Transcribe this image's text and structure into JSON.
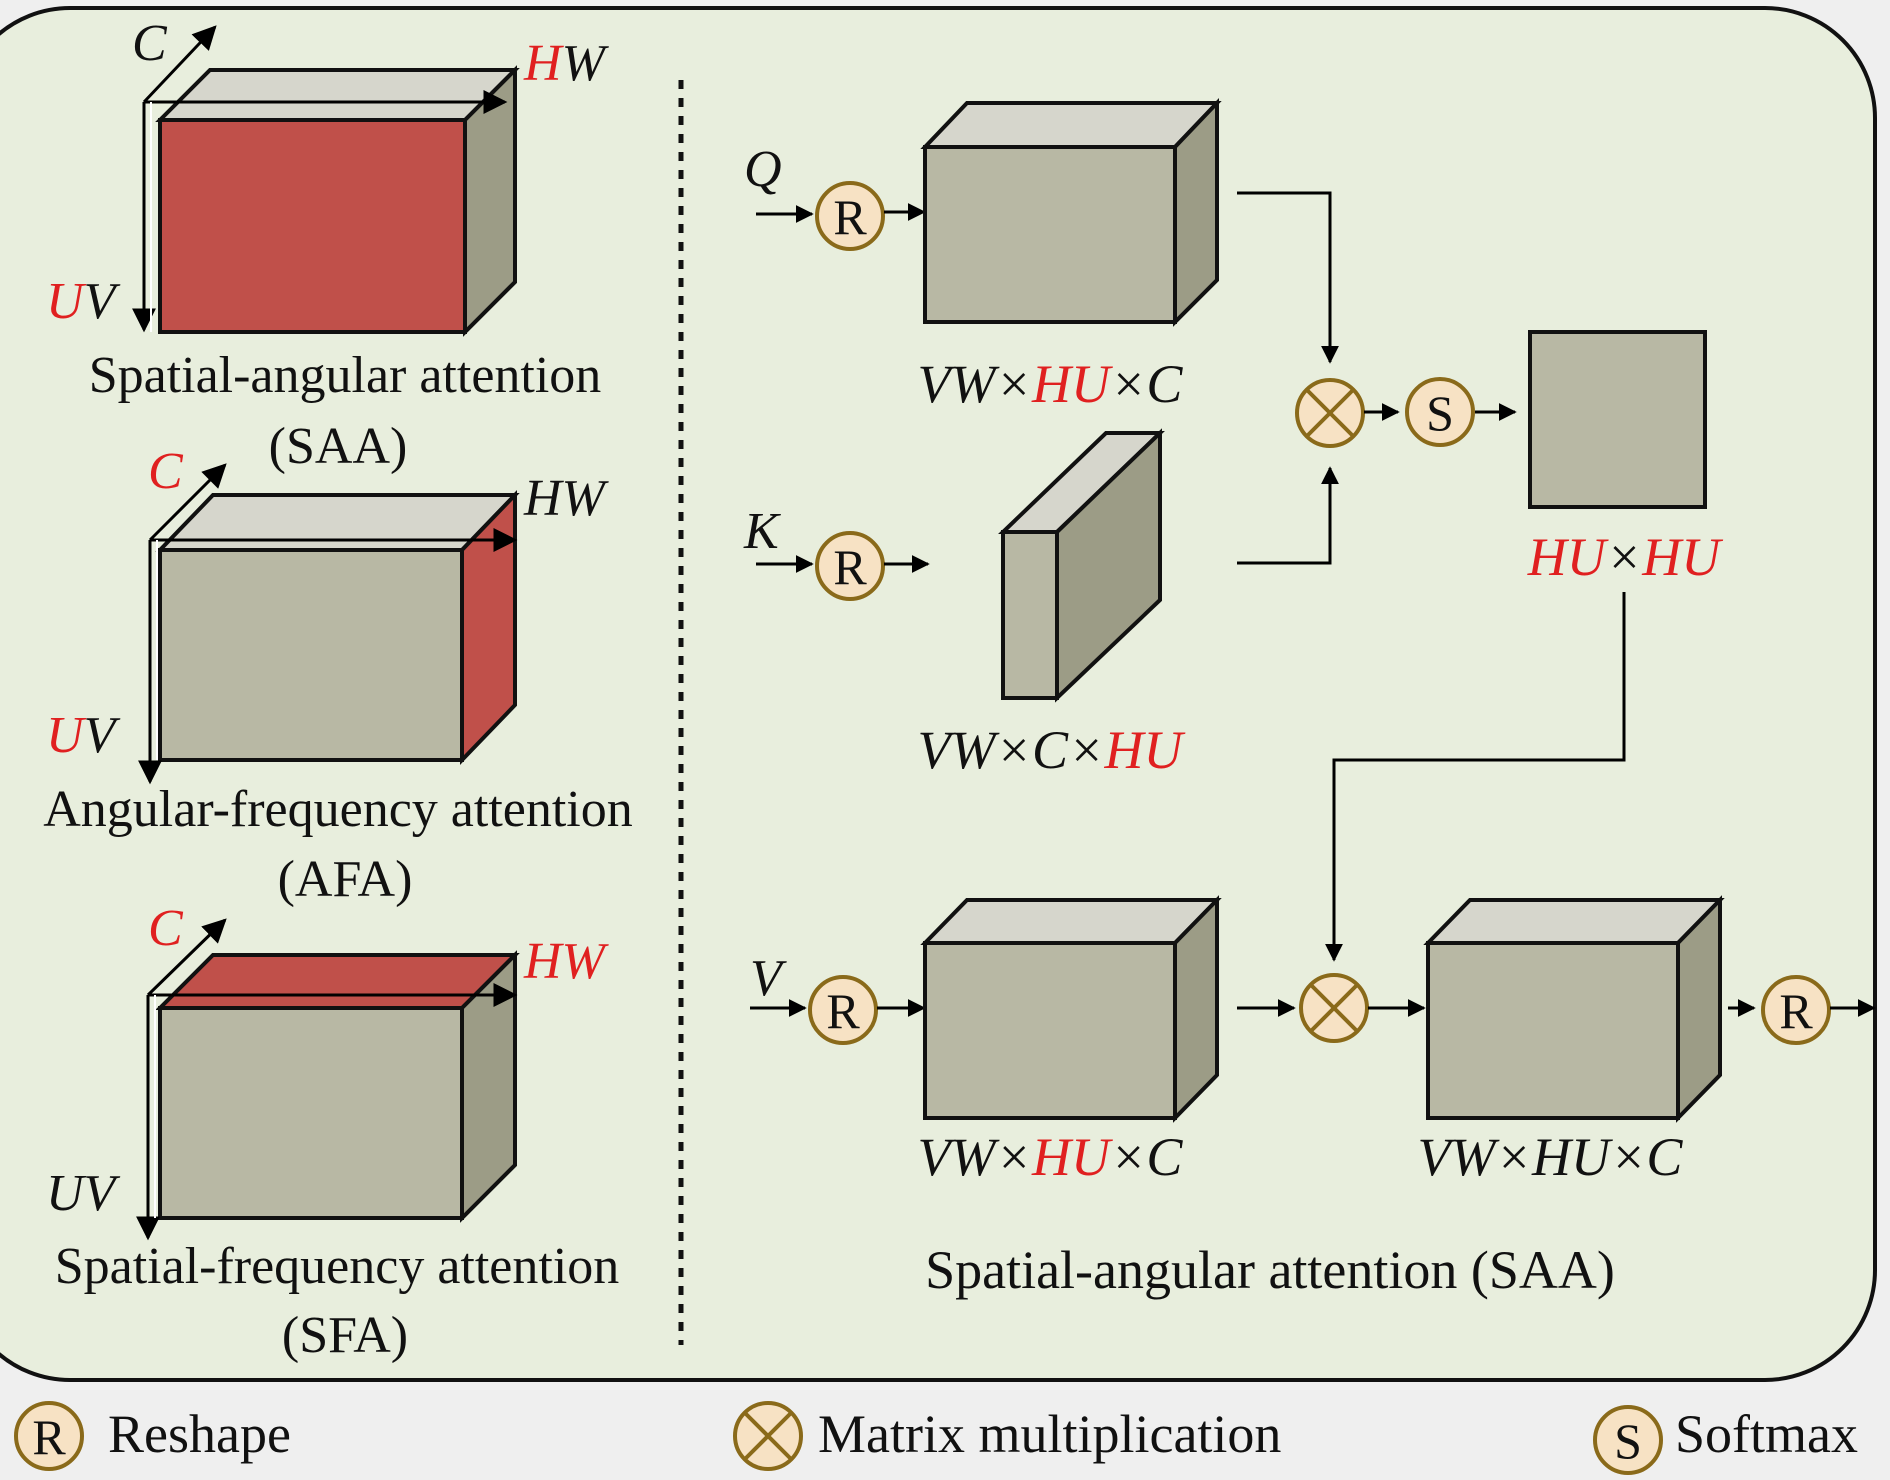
{
  "colors": {
    "panel": "#e8eedd",
    "box_front": "#b8b8a4",
    "box_top": "#d6d6cc",
    "box_side": "#9c9c86",
    "highlight": "#c0504a",
    "op_fill": "#f7e2c4",
    "op_stroke": "#8a6a1a",
    "red_text": "#e02020"
  },
  "left": {
    "saa": {
      "axis_c": "C",
      "axis_hw_h": "H",
      "axis_hw_w": "W",
      "axis_uv_u": "U",
      "axis_uv_v": "V",
      "label_line1": "Spatial-angular attention",
      "label_line2": "(SAA)"
    },
    "afa": {
      "axis_c": "C",
      "axis_hw": "HW",
      "axis_uv_u": "U",
      "axis_uv_v": "V",
      "label_line1": "Angular-frequency attention",
      "label_line2": "(AFA)"
    },
    "sfa": {
      "axis_c": "C",
      "axis_hw": "HW",
      "axis_uv": "UV",
      "label_line1": "Spatial-frequency attention",
      "label_line2": "(SFA)"
    }
  },
  "right": {
    "q_input": "Q",
    "k_input": "K",
    "v_input": "V",
    "reshape_symbol": "R",
    "softmax_symbol": "S",
    "dim_q": {
      "a": "VW",
      "x1": "×",
      "b": "HU",
      "x2": "×",
      "c": "C"
    },
    "dim_k": {
      "a": "VW",
      "x1": "×",
      "b": "C",
      "x2": "×",
      "c": "HU"
    },
    "dim_attn": {
      "a": "HU",
      "x1": "×",
      "b": "HU"
    },
    "dim_v": {
      "a": "VW",
      "x1": "×",
      "b": "HU",
      "x2": "×",
      "c": "C"
    },
    "dim_out": {
      "a": "VW",
      "x1": "×",
      "b": "HU",
      "x2": "×",
      "c": "C"
    },
    "caption": "Spatial-angular attention (SAA)"
  },
  "legend": {
    "reshape_symbol": "R",
    "reshape_label": "Reshape",
    "matmul_label": "Matrix multiplication",
    "softmax_symbol": "S",
    "softmax_label": "Softmax"
  }
}
